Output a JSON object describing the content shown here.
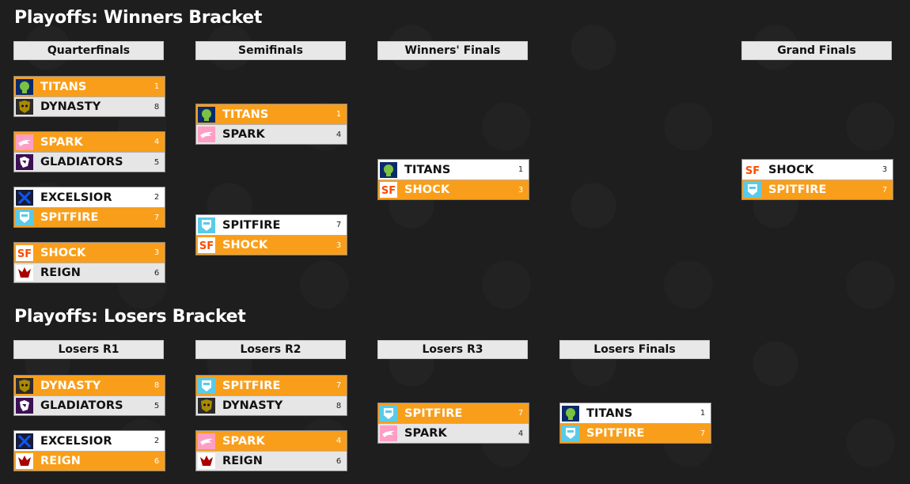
{
  "winners": {
    "title": "Playoffs: Winners Bracket",
    "rounds": [
      {
        "label": "Quarterfinals"
      },
      {
        "label": "Semifinals"
      },
      {
        "label": "Winners' Finals"
      },
      {
        "label": "Grand Finals"
      }
    ],
    "matches": [
      {
        "round": "Quarterfinals",
        "teams": [
          {
            "name": "TITANS",
            "score": "1",
            "result": "win",
            "logo": "titans-logo"
          },
          {
            "name": "DYNASTY",
            "score": "8",
            "result": "loss",
            "logo": "dynasty-logo"
          }
        ]
      },
      {
        "round": "Quarterfinals",
        "teams": [
          {
            "name": "SPARK",
            "score": "4",
            "result": "win",
            "logo": "spark-logo"
          },
          {
            "name": "GLADIATORS",
            "score": "5",
            "result": "loss",
            "logo": "gladiators-logo"
          }
        ]
      },
      {
        "round": "Quarterfinals",
        "teams": [
          {
            "name": "EXCELSIOR",
            "score": "2",
            "result": "loss",
            "logo": "excelsior-logo"
          },
          {
            "name": "SPITFIRE",
            "score": "7",
            "result": "win",
            "logo": "spitfire-logo"
          }
        ]
      },
      {
        "round": "Quarterfinals",
        "teams": [
          {
            "name": "SHOCK",
            "score": "3",
            "result": "win",
            "logo": "shock-logo"
          },
          {
            "name": "REIGN",
            "score": "6",
            "result": "loss",
            "logo": "reign-logo"
          }
        ]
      },
      {
        "round": "Semifinals",
        "teams": [
          {
            "name": "TITANS",
            "score": "1",
            "result": "win",
            "logo": "titans-logo"
          },
          {
            "name": "SPARK",
            "score": "4",
            "result": "loss",
            "logo": "spark-logo"
          }
        ]
      },
      {
        "round": "Semifinals",
        "teams": [
          {
            "name": "SPITFIRE",
            "score": "7",
            "result": "loss",
            "logo": "spitfire-logo"
          },
          {
            "name": "SHOCK",
            "score": "3",
            "result": "win",
            "logo": "shock-logo"
          }
        ]
      },
      {
        "round": "Winners' Finals",
        "teams": [
          {
            "name": "TITANS",
            "score": "1",
            "result": "loss",
            "logo": "titans-logo"
          },
          {
            "name": "SHOCK",
            "score": "3",
            "result": "win",
            "logo": "shock-logo"
          }
        ]
      },
      {
        "round": "Grand Finals",
        "teams": [
          {
            "name": "SHOCK",
            "score": "3",
            "result": "loss",
            "logo": "shock-logo"
          },
          {
            "name": "SPITFIRE",
            "score": "7",
            "result": "win",
            "logo": "spitfire-logo"
          }
        ]
      }
    ]
  },
  "losers": {
    "title": "Playoffs: Losers Bracket",
    "rounds": [
      {
        "label": "Losers R1"
      },
      {
        "label": "Losers R2"
      },
      {
        "label": "Losers R3"
      },
      {
        "label": "Losers Finals"
      }
    ],
    "matches": [
      {
        "round": "Losers R1",
        "teams": [
          {
            "name": "DYNASTY",
            "score": "8",
            "result": "win",
            "logo": "dynasty-logo"
          },
          {
            "name": "GLADIATORS",
            "score": "5",
            "result": "loss",
            "logo": "gladiators-logo"
          }
        ]
      },
      {
        "round": "Losers R1",
        "teams": [
          {
            "name": "EXCELSIOR",
            "score": "2",
            "result": "loss",
            "logo": "excelsior-logo"
          },
          {
            "name": "REIGN",
            "score": "6",
            "result": "win",
            "logo": "reign-logo"
          }
        ]
      },
      {
        "round": "Losers R2",
        "teams": [
          {
            "name": "SPITFIRE",
            "score": "7",
            "result": "win",
            "logo": "spitfire-logo"
          },
          {
            "name": "DYNASTY",
            "score": "8",
            "result": "loss",
            "logo": "dynasty-logo"
          }
        ]
      },
      {
        "round": "Losers R2",
        "teams": [
          {
            "name": "SPARK",
            "score": "4",
            "result": "win",
            "logo": "spark-logo"
          },
          {
            "name": "REIGN",
            "score": "6",
            "result": "loss",
            "logo": "reign-logo"
          }
        ]
      },
      {
        "round": "Losers R3",
        "teams": [
          {
            "name": "SPITFIRE",
            "score": "7",
            "result": "win",
            "logo": "spitfire-logo"
          },
          {
            "name": "SPARK",
            "score": "4",
            "result": "loss",
            "logo": "spark-logo"
          }
        ]
      },
      {
        "round": "Losers Finals",
        "teams": [
          {
            "name": "TITANS",
            "score": "1",
            "result": "loss",
            "logo": "titans-logo"
          },
          {
            "name": "SPITFIRE",
            "score": "7",
            "result": "win",
            "logo": "spitfire-logo"
          }
        ]
      }
    ]
  },
  "colors": {
    "background": "#1e1e1e",
    "winner_row": "#f99e1a",
    "loser_row": "#ffffff",
    "header_bg": "#e8e8e8",
    "titans": "#0a2a6b",
    "dynasty": "#aa8a00",
    "spark": "#ff9ec4",
    "gladiators": "#3c1053",
    "excelsior": "#0f57ea",
    "spitfire": "#59cbe8",
    "shock": "#fc4c02",
    "reign": "#aa0000"
  }
}
